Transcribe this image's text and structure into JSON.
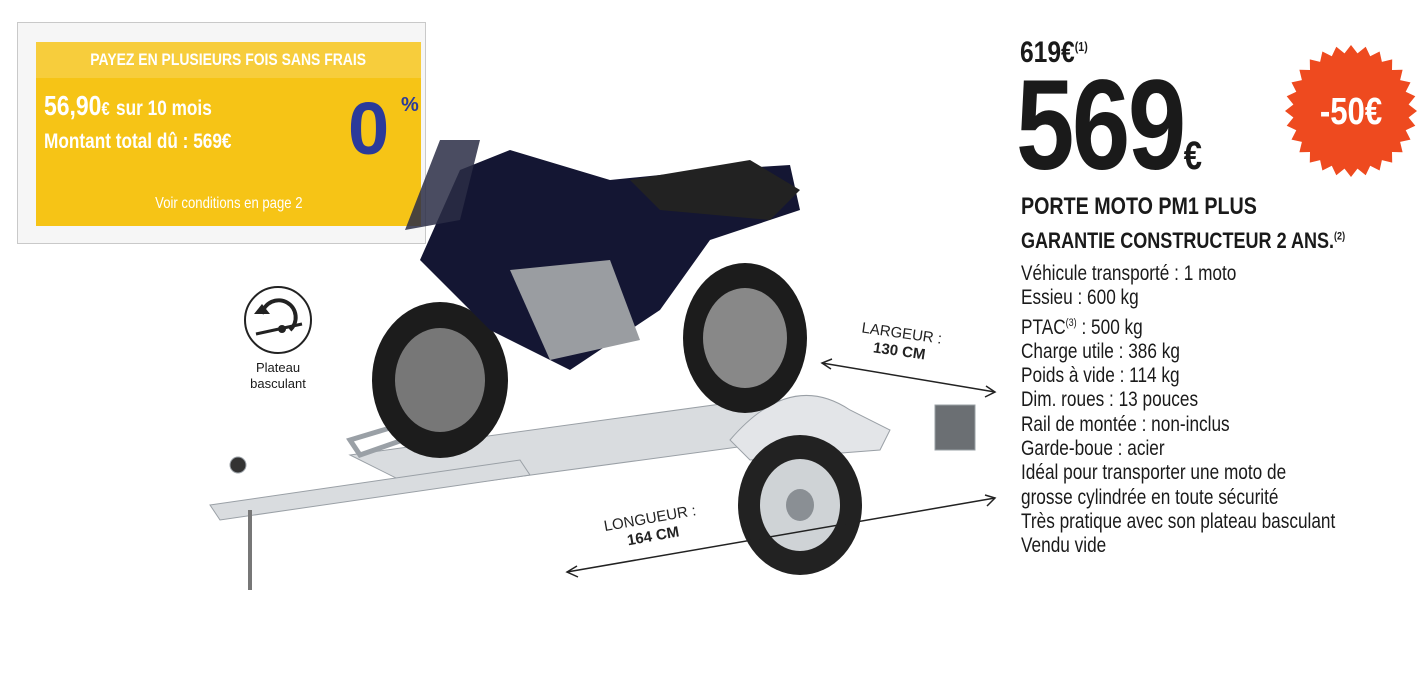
{
  "promo": {
    "header": "PAYEZ EN PLUSIEURS FOIS SANS FRAIS",
    "monthly_amount": "56,90",
    "monthly_currency": "€",
    "monthly_text": "sur 10 mois",
    "total": "Montant total dû : 569€",
    "rate": "0",
    "rate_symbol": "%",
    "conditions": "Voir conditions en page 2",
    "color": "#f6c416"
  },
  "price": {
    "old": "619€",
    "old_note": "(1)",
    "current": "569",
    "currency": "€",
    "discount": "-50€",
    "discount_color": "#ee4a1f"
  },
  "product": {
    "title": "PORTE MOTO PM1 PLUS",
    "warranty": "GARANTIE CONSTRUCTEUR 2 ANS.",
    "warranty_note": "(2)",
    "specs": [
      "Véhicule transporté : 1 moto",
      "Essieu : 600 kg",
      "PTAC",
      "Charge utile : 386 kg",
      "Poids à vide : 114 kg",
      "Dim. roues : 13 pouces",
      "Rail de montée : non-inclus",
      "Garde-boue : acier",
      "Idéal pour transporter une moto de",
      "grosse cylindrée en toute sécurité",
      "Très pratique avec son plateau basculant",
      "Vendu vide"
    ],
    "ptac_note": "(3)",
    "ptac_value": " : 500 kg"
  },
  "feature": {
    "icon": "tilt-icon",
    "label_1": "Plateau",
    "label_2": "basculant"
  },
  "dimensions": {
    "width_label": "LARGEUR :",
    "width_value": "130 CM",
    "length_label": "LONGUEUR :",
    "length_value": "164 CM"
  }
}
